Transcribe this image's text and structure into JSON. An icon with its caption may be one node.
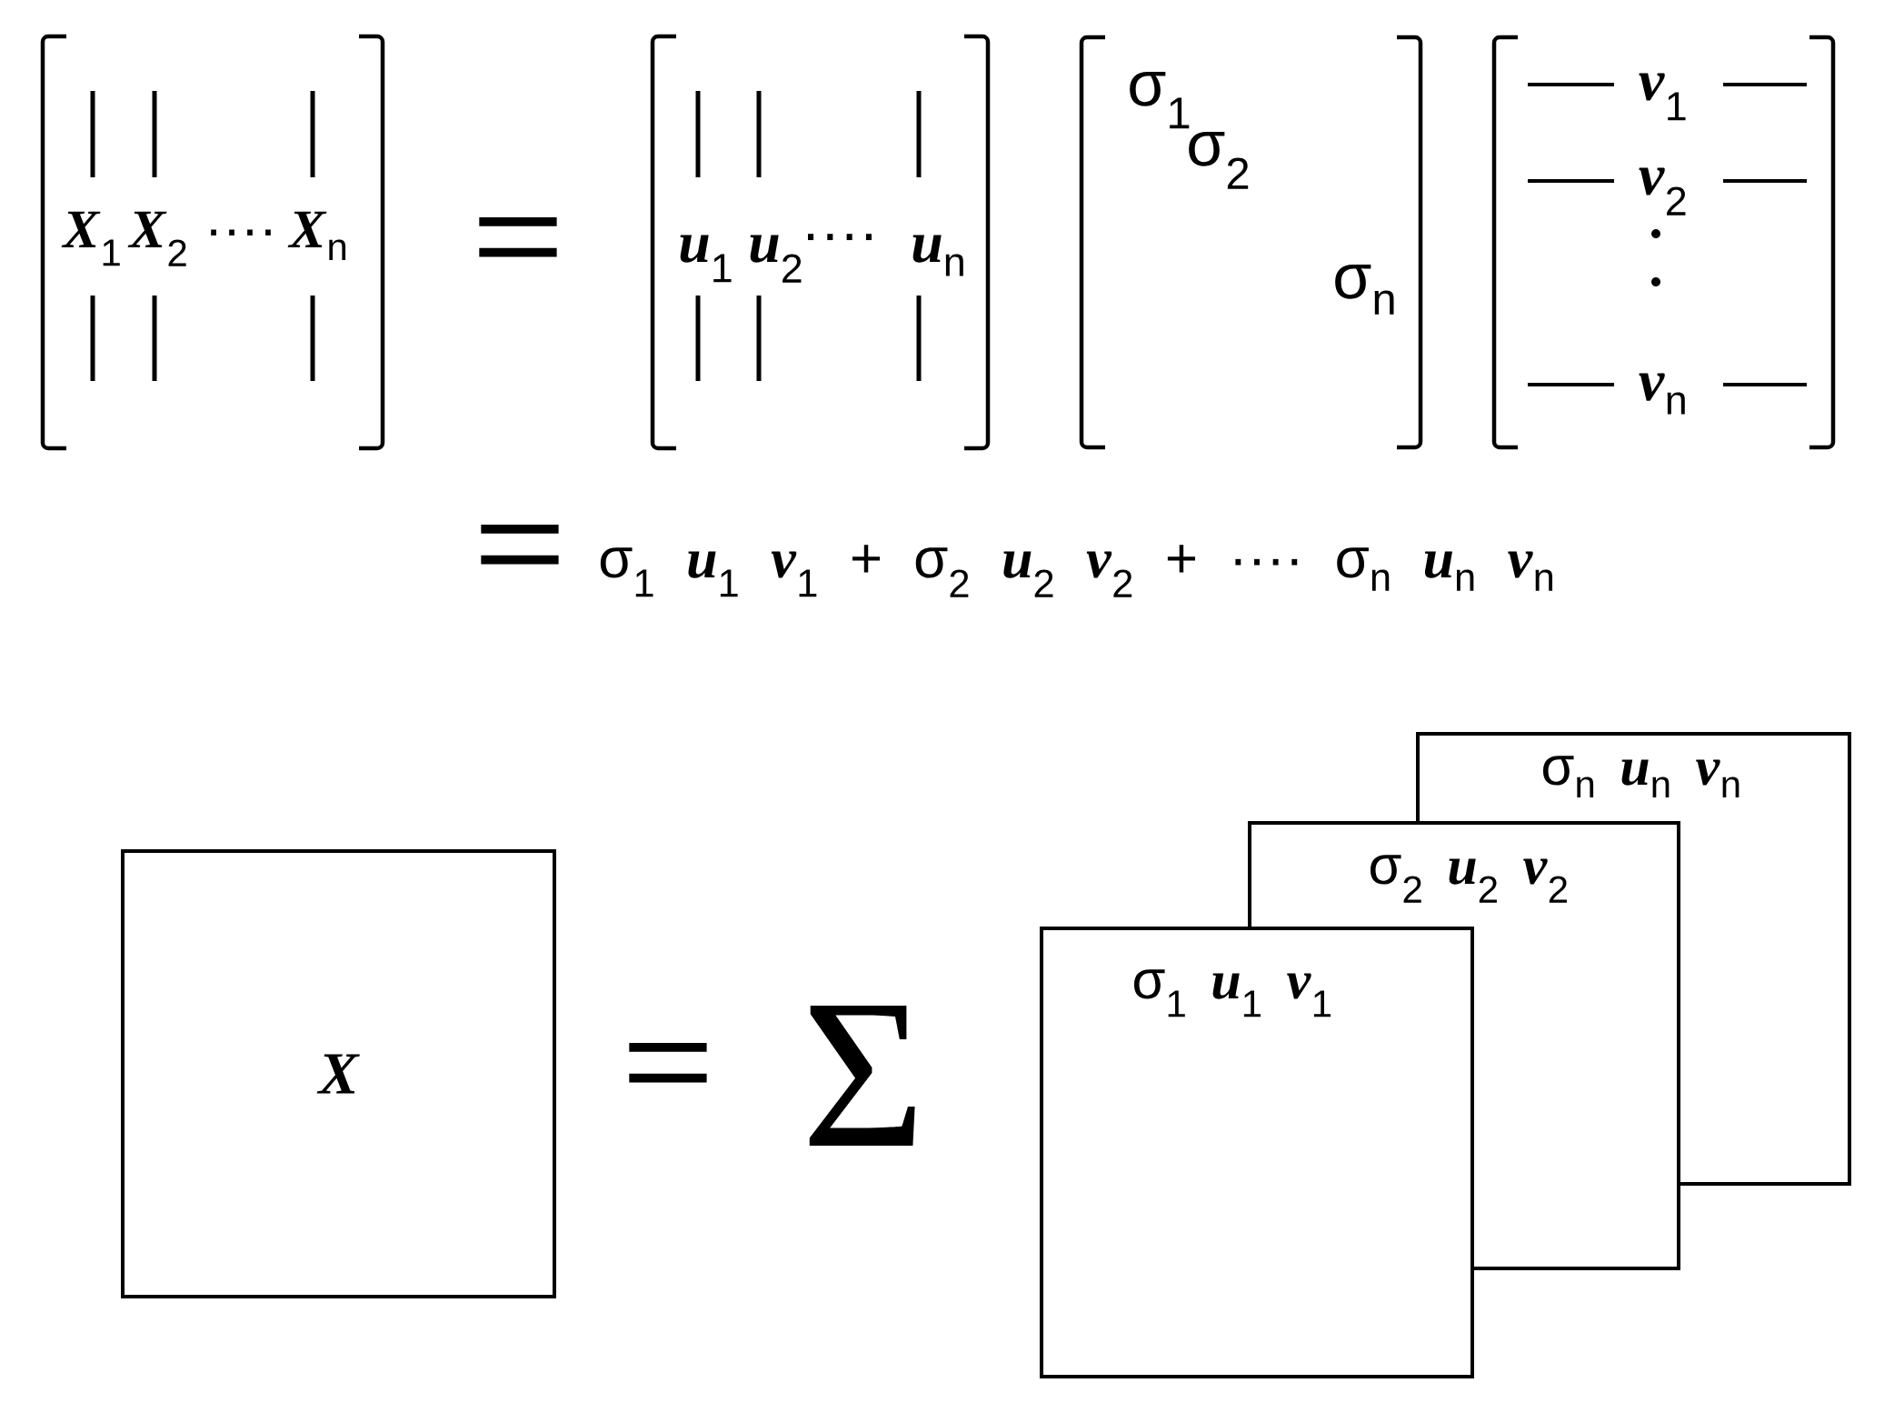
{
  "diagram": {
    "nodes": [
      {
        "text": [
          "*X*$_{1}$",
          "*X*$_{2}$",
          "····",
          "*X*$_{n}$"
        ]
      },
      {
        "text": [
          "*u*$_{1}$",
          "*u*$_{2}$",
          "····",
          "*u*$_{n}$"
        ]
      },
      {
        "text": [
          "σ$_{1}$",
          "σ$_{2}$",
          "σ$_{n}$"
        ]
      },
      {
        "text": [
          "*v*$_{1}$",
          "*v*$_{2}$",
          "*v*$_{n}$"
        ]
      },
      {
        "text": [
          "X"
        ]
      },
      {
        "text": [
          "σ$_{n}$ *u*$_{n}$ *v*$_{n}$"
        ]
      },
      {
        "text": [
          "σ$_{2}$ *u*$_{2}$ *v*$_{2}$"
        ]
      },
      {
        "text": [
          "σ$_{1}$ *u*$_{1}$ *v*$_{1}$"
        ]
      }
    ],
    "labels": [
      "=",
      "=",
      "σ$_{1}$ *u*$_{1}$ *v*$_{1}$ + σ$_{2}$ *u*$_{2}$ *v*$_{2}$ + ···· σ$_{n}$ *u*$_{n}$ *v*$_{n}$",
      "=",
      "Σ"
    ]
  }
}
